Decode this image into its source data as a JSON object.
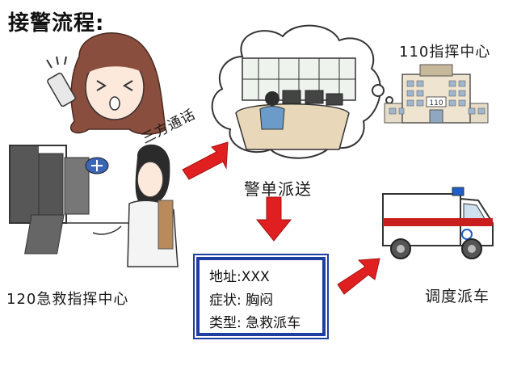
{
  "title": "接警流程:",
  "labels": {
    "center_110": "110指挥中心",
    "center_120": "120急救指挥中心",
    "three_way_call": "三方通话",
    "alarm_dispatch": "警单派送",
    "vehicle_dispatch": "调度派车",
    "building_sign": "110"
  },
  "info_card": {
    "address_label": "地址:",
    "address_value": "XXX",
    "symptom_label": "症状:",
    "symptom_value": "胸闷",
    "type_label": "类型:",
    "type_value": "急救派车"
  },
  "colors": {
    "arrow": "#e02020",
    "card_border": "#1e3ea0",
    "hair": "#8a4e3e",
    "ambulance_stripe": "#c81e1e",
    "monitor": "#3a3a3a"
  }
}
